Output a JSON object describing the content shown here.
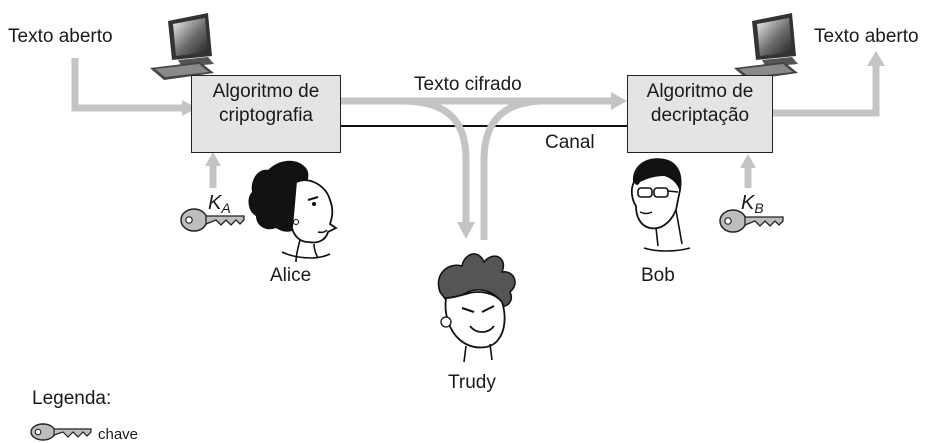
{
  "labels": {
    "plaintext_left": "Texto aberto",
    "plaintext_right": "Texto aberto",
    "ciphertext": "Texto cifrado",
    "channel": "Canal"
  },
  "boxes": {
    "encryption": {
      "line1": "Algoritmo de",
      "line2": "criptografia"
    },
    "decryption": {
      "line1": "Algoritmo de",
      "line2": "decriptação"
    }
  },
  "keys": {
    "alice": {
      "base": "K",
      "sub": "A"
    },
    "bob": {
      "base": "K",
      "sub": "B"
    }
  },
  "people": {
    "alice": "Alice",
    "bob": "Bob",
    "trudy": "Trudy"
  },
  "legend": {
    "title": "Legenda:",
    "key": "chave"
  },
  "colors": {
    "arrow": "#c4c4c4",
    "box_fill": "#e4e4e4",
    "line": "#111111"
  }
}
